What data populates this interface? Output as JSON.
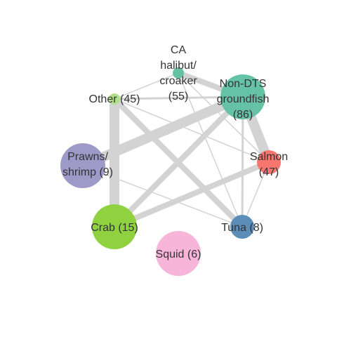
{
  "nodes": [
    {
      "id": "ca_halibut",
      "label_lines": [
        "CA",
        "halibut/",
        "croaker",
        "(55)"
      ],
      "color": "#66c2a5",
      "size": "small"
    },
    {
      "id": "non_dts",
      "label_lines": [
        "Non-DTS",
        "groundfish",
        "(86)"
      ],
      "color": "#66c2a5",
      "size": "large"
    },
    {
      "id": "other",
      "label_lines": [
        "Other (45)"
      ],
      "color": "#b2df8a",
      "size": "small"
    },
    {
      "id": "salmon",
      "label_lines": [
        "Salmon",
        "(47)"
      ],
      "color": "#f8766d",
      "size": "medium"
    },
    {
      "id": "prawns",
      "label_lines": [
        "Prawns/",
        "shrimp (9)"
      ],
      "color": "#9e9ac8",
      "size": "large"
    },
    {
      "id": "crab",
      "label_lines": [
        "Crab (15)"
      ],
      "color": "#8fd13f",
      "size": "large"
    },
    {
      "id": "tuna",
      "label_lines": [
        "Tuna (8)"
      ],
      "color": "#5b8db8",
      "size": "medium"
    },
    {
      "id": "squid",
      "label_lines": [
        "Squid (6)"
      ],
      "color": "#f7b6d9",
      "size": "large"
    }
  ],
  "edges": [
    {
      "source": "non_dts",
      "target": "salmon",
      "weight": "heavy"
    },
    {
      "source": "non_dts",
      "target": "prawns",
      "weight": "heavy"
    },
    {
      "source": "non_dts",
      "target": "crab",
      "weight": "medium"
    },
    {
      "source": "non_dts",
      "target": "tuna",
      "weight": "light"
    },
    {
      "source": "non_dts",
      "target": "other",
      "weight": "light"
    },
    {
      "source": "non_dts",
      "target": "ca_halibut",
      "weight": "medium"
    },
    {
      "source": "other",
      "target": "crab",
      "weight": "heavy"
    },
    {
      "source": "other",
      "target": "tuna",
      "weight": "medium"
    },
    {
      "source": "other",
      "target": "salmon",
      "weight": "thin"
    },
    {
      "source": "other",
      "target": "ca_halibut",
      "weight": "thin"
    },
    {
      "source": "crab",
      "target": "salmon",
      "weight": "medium"
    },
    {
      "source": "prawns",
      "target": "tuna",
      "weight": "thin"
    },
    {
      "source": "salmon",
      "target": "tuna",
      "weight": "thin"
    },
    {
      "source": "ca_halibut",
      "target": "tuna",
      "weight": "thin"
    },
    {
      "source": "ca_halibut",
      "target": "salmon",
      "weight": "thin"
    }
  ]
}
